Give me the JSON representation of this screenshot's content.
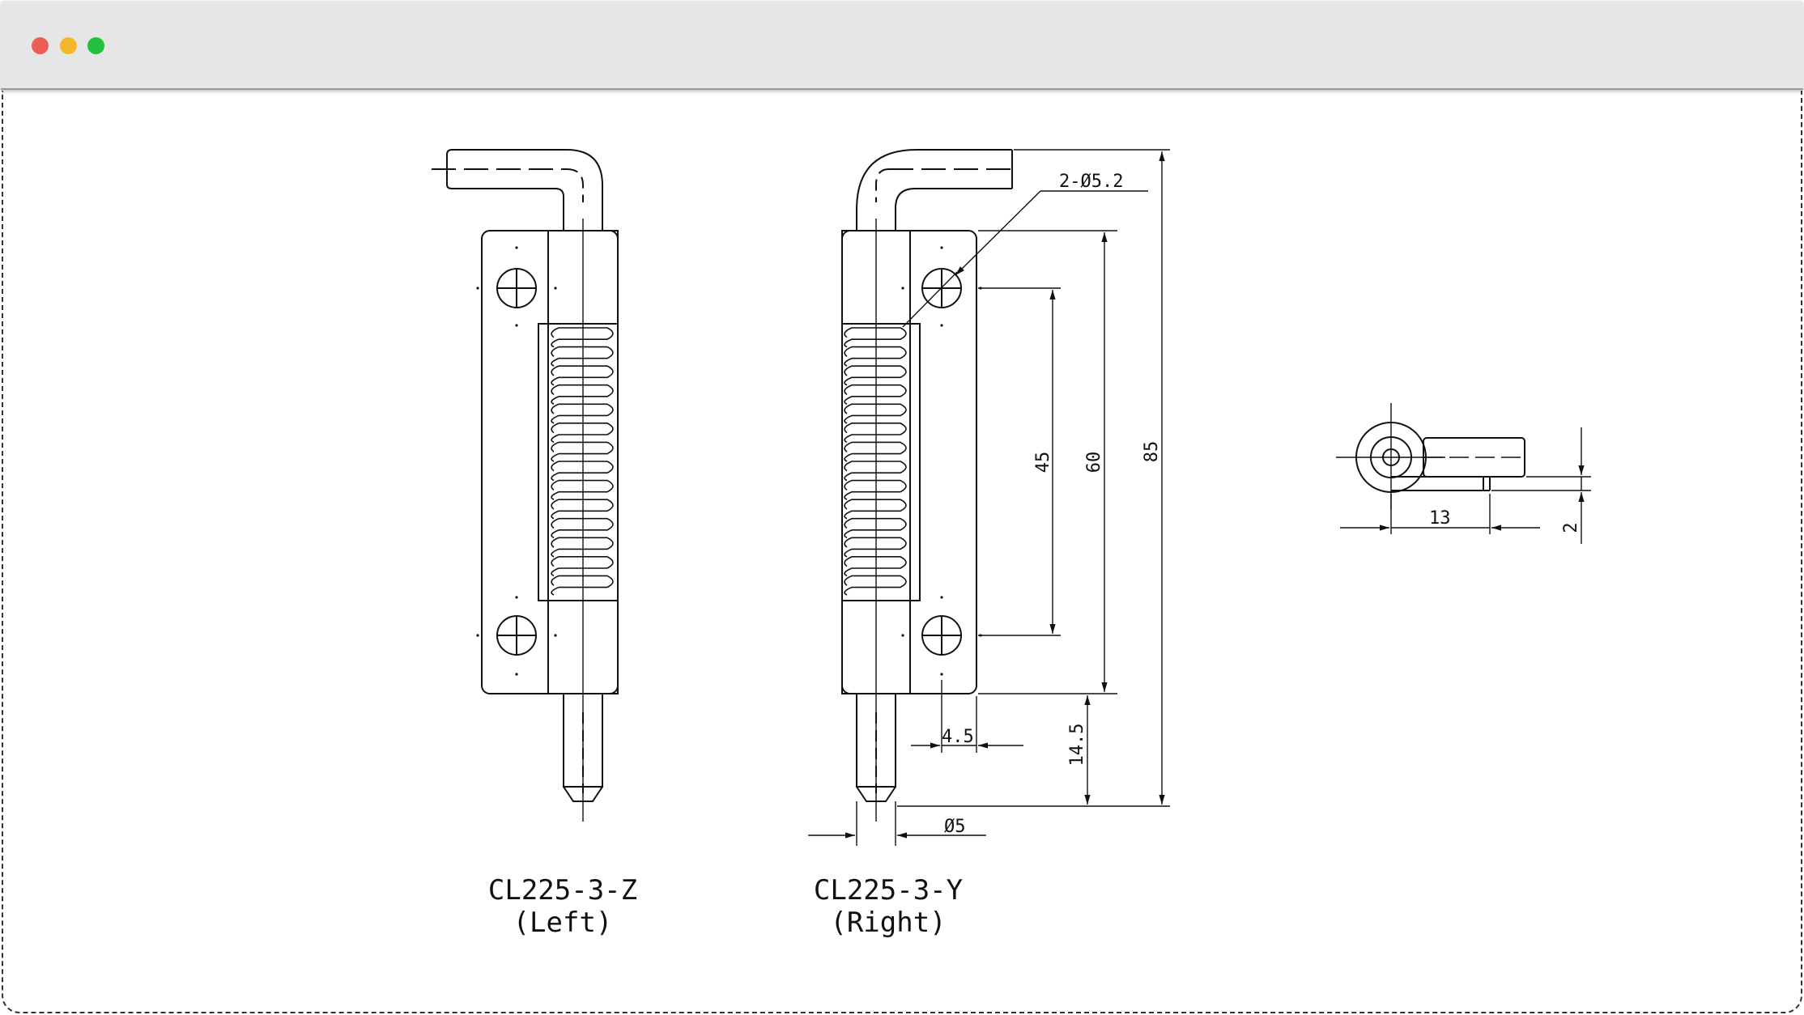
{
  "window": {
    "controls": [
      "close",
      "minimize",
      "maximize"
    ],
    "colors": {
      "close": "#ec5f57",
      "minimize": "#f2b72b",
      "maximize": "#23c040",
      "titlebar": "#e6e6e6"
    }
  },
  "drawing": {
    "left_part": {
      "model": "CL225-3-Z",
      "side": "(Left)"
    },
    "right_part": {
      "model": "CL225-3-Y",
      "side": "(Right)"
    },
    "dimensions": {
      "hole": "2-Ø5.2",
      "hole_spacing": "45",
      "plate_length": "60",
      "overall_length": "85",
      "pin_protrusion": "14.5",
      "hole_offset": "4.5",
      "pin_diameter": "Ø5",
      "side_width": "13",
      "side_thickness": "2"
    }
  }
}
